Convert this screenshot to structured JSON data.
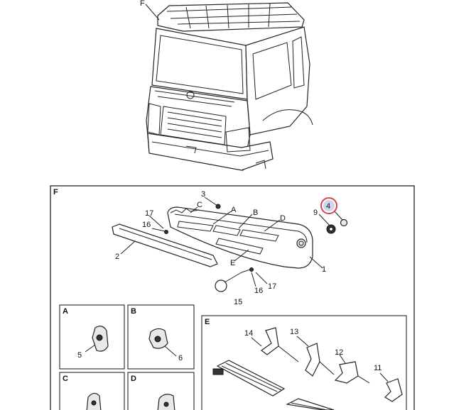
{
  "labels": {
    "cab_callout": "F",
    "detail_panel": "F",
    "part_1": "1",
    "part_2": "2",
    "part_3": "3",
    "part_4": "4",
    "part_9": "9",
    "part_15": "15",
    "part_16_top": "16",
    "part_16_bottom": "16",
    "part_17_top": "17",
    "part_17_bottom": "17",
    "ref_A": "A",
    "ref_B": "B",
    "ref_C": "C",
    "ref_D": "D",
    "ref_E": "E"
  },
  "sub_panels": {
    "A": {
      "label": "A",
      "part": "5"
    },
    "B": {
      "label": "B",
      "part": "6"
    },
    "C": {
      "label": "C"
    },
    "D": {
      "label": "D"
    },
    "E": {
      "label": "E",
      "parts": [
        "14",
        "13",
        "12",
        "11"
      ]
    }
  },
  "highlight_color": "#d9434b",
  "highlight_fill": "#c9cfe8"
}
